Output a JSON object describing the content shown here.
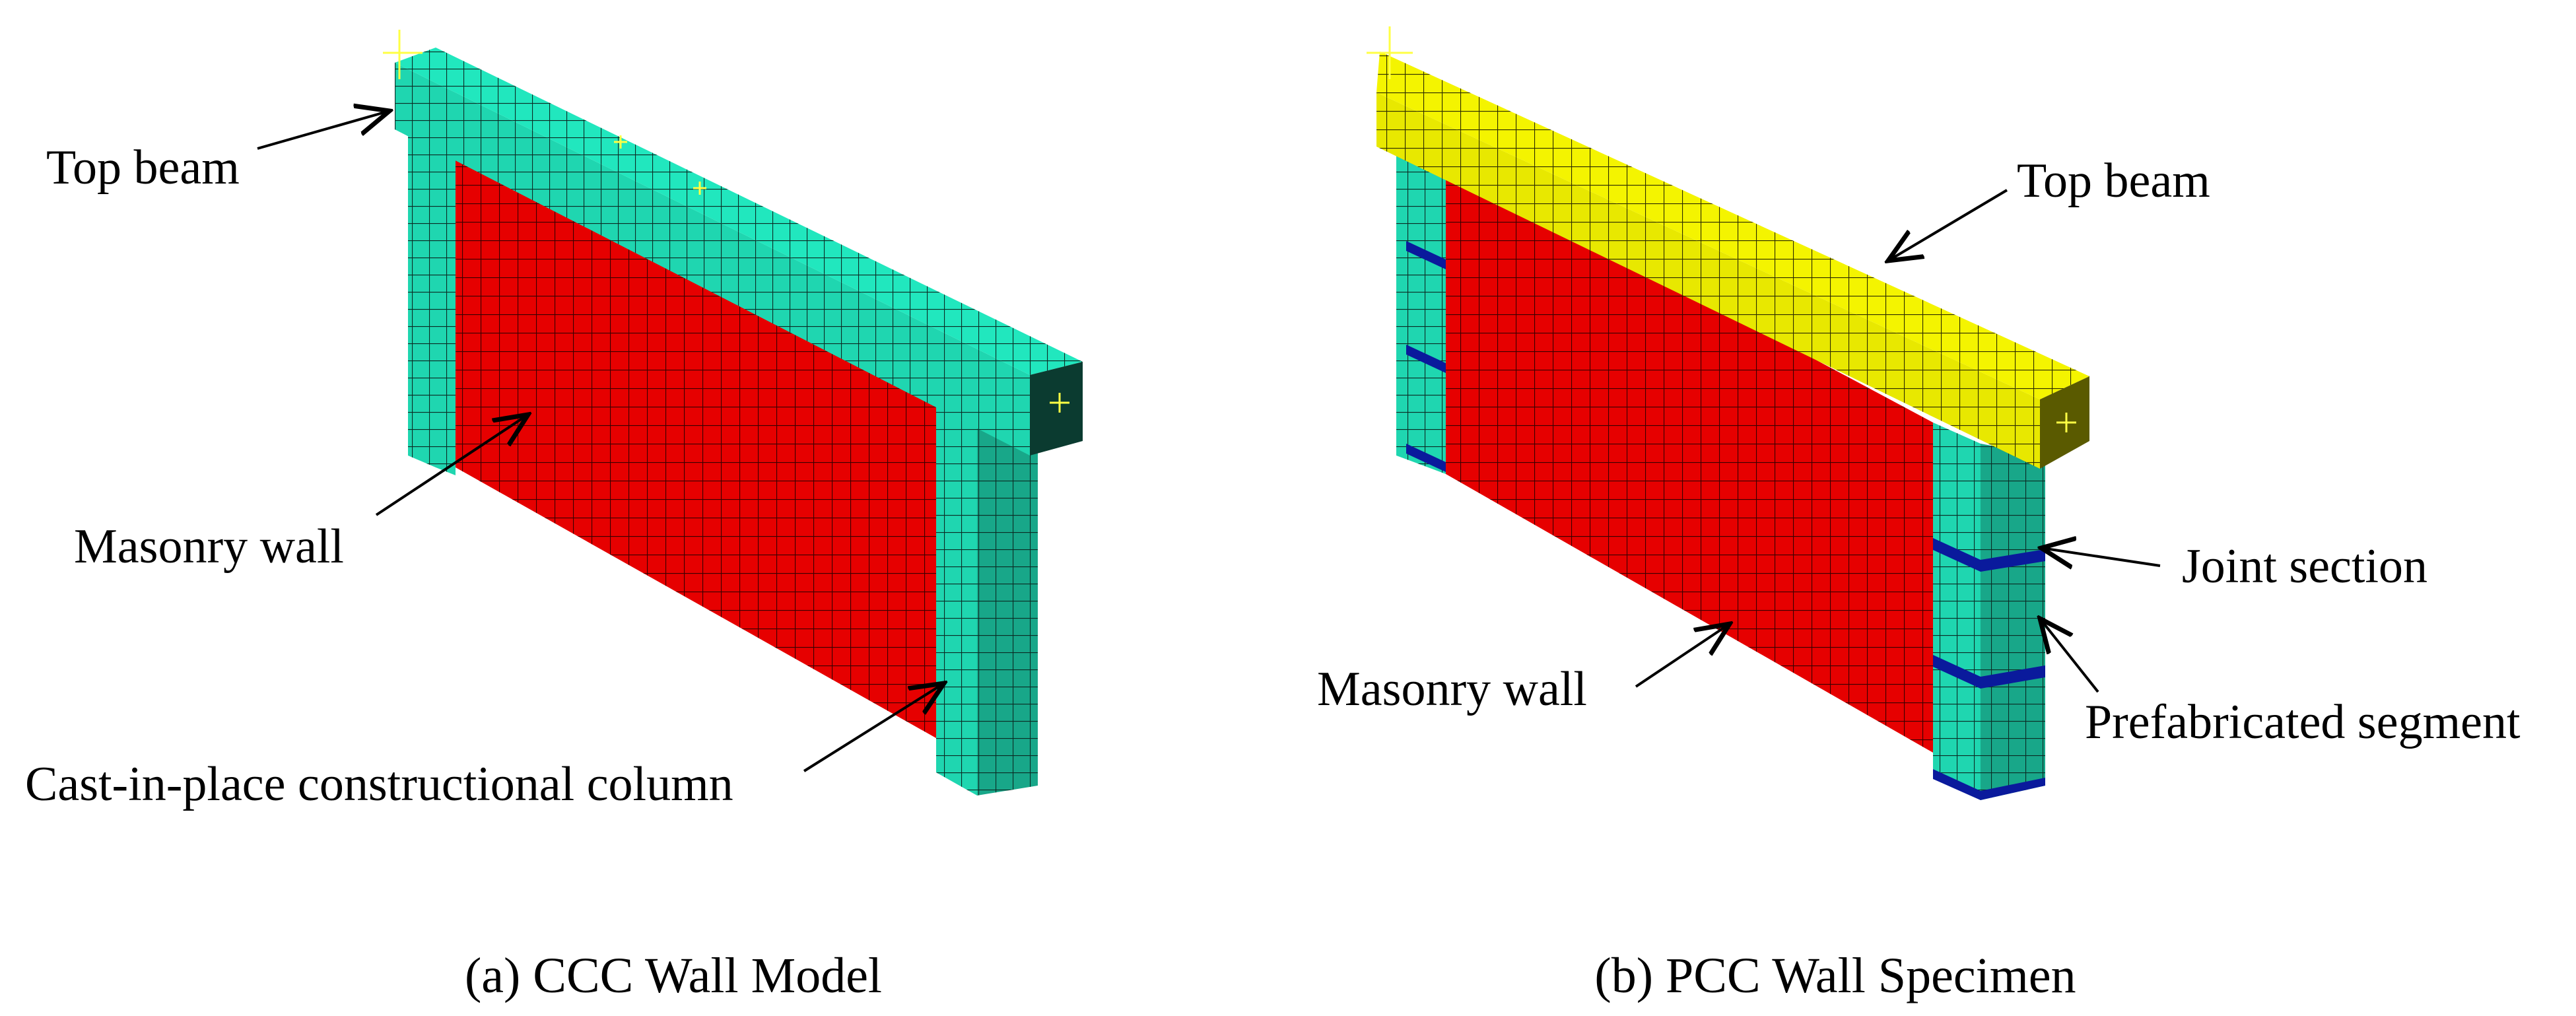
{
  "colors": {
    "concrete": "#1fd6b0",
    "masonry": "#e60000",
    "beam_pcc": "#e8e800",
    "joint": "#0a1a9c",
    "mesh": "#0b2b24",
    "refpoint": "#ffff44"
  },
  "panel_a": {
    "caption": "(a) CCC Wall Model",
    "labels": {
      "top_beam": "Top beam",
      "masonry_wall": "Masonry wall",
      "column": "Cast-in-place constructional column"
    }
  },
  "panel_b": {
    "caption": "(b) PCC Wall Specimen",
    "labels": {
      "top_beam": "Top beam",
      "masonry_wall": "Masonry wall",
      "joint_section": "Joint section",
      "prefab_segment": "Prefabricated segment"
    }
  }
}
